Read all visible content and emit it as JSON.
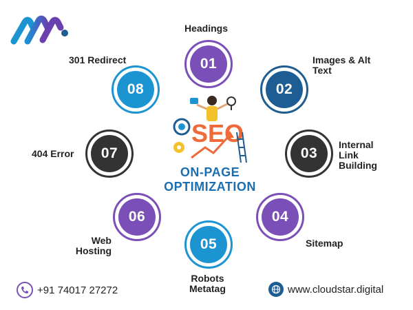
{
  "center": {
    "line1": "ON-PAGE",
    "line2": "OPTIMIZATION",
    "seo_word": "SEO"
  },
  "items": [
    {
      "number": "01",
      "label": "Headings"
    },
    {
      "number": "02",
      "label_line1": "Images & Alt",
      "label_line2": "Text"
    },
    {
      "number": "03",
      "label_line1": "Internal",
      "label_line2": "Link",
      "label_line3": "Building"
    },
    {
      "number": "04",
      "label": "Sitemap"
    },
    {
      "number": "05",
      "label_line1": "Robots",
      "label_line2": "Metatag"
    },
    {
      "number": "06",
      "label_line1": "Web",
      "label_line2": "Hosting"
    },
    {
      "number": "07",
      "label": "404 Error"
    },
    {
      "number": "08",
      "label": "301 Redirect"
    }
  ],
  "footer": {
    "phone": "+91 74017 27272",
    "website": "www.cloudstar.digital",
    "phone_icon": "phone-icon",
    "web_icon": "globe-icon"
  },
  "colors": {
    "purple": "#7b4fb8",
    "navy": "#1d5d94",
    "dark": "#333333",
    "blue": "#1c94d2",
    "title": "#1b6fb0"
  }
}
